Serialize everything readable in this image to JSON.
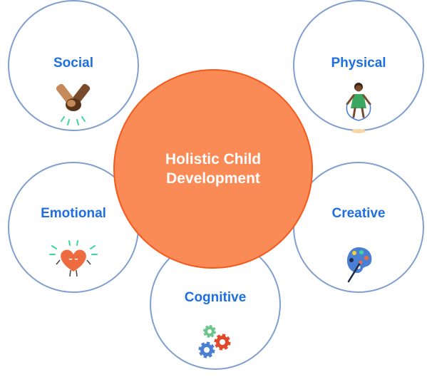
{
  "center": {
    "line1": "Holistic Child",
    "line2": "Development"
  },
  "areas": {
    "social": {
      "label": "Social",
      "icon": "holding-hands-icon"
    },
    "physical": {
      "label": "Physical",
      "icon": "jump-rope-child-icon"
    },
    "emotional": {
      "label": "Emotional",
      "icon": "smiling-heart-icon"
    },
    "creative": {
      "label": "Creative",
      "icon": "paint-palette-icon"
    },
    "cognitive": {
      "label": "Cognitive",
      "icon": "gears-icon"
    }
  },
  "colors": {
    "label_blue": "#1f6fe0",
    "satellite_border": "#7f9fcf",
    "center_fill": "#fa8a56",
    "center_border": "#f45a1c"
  }
}
